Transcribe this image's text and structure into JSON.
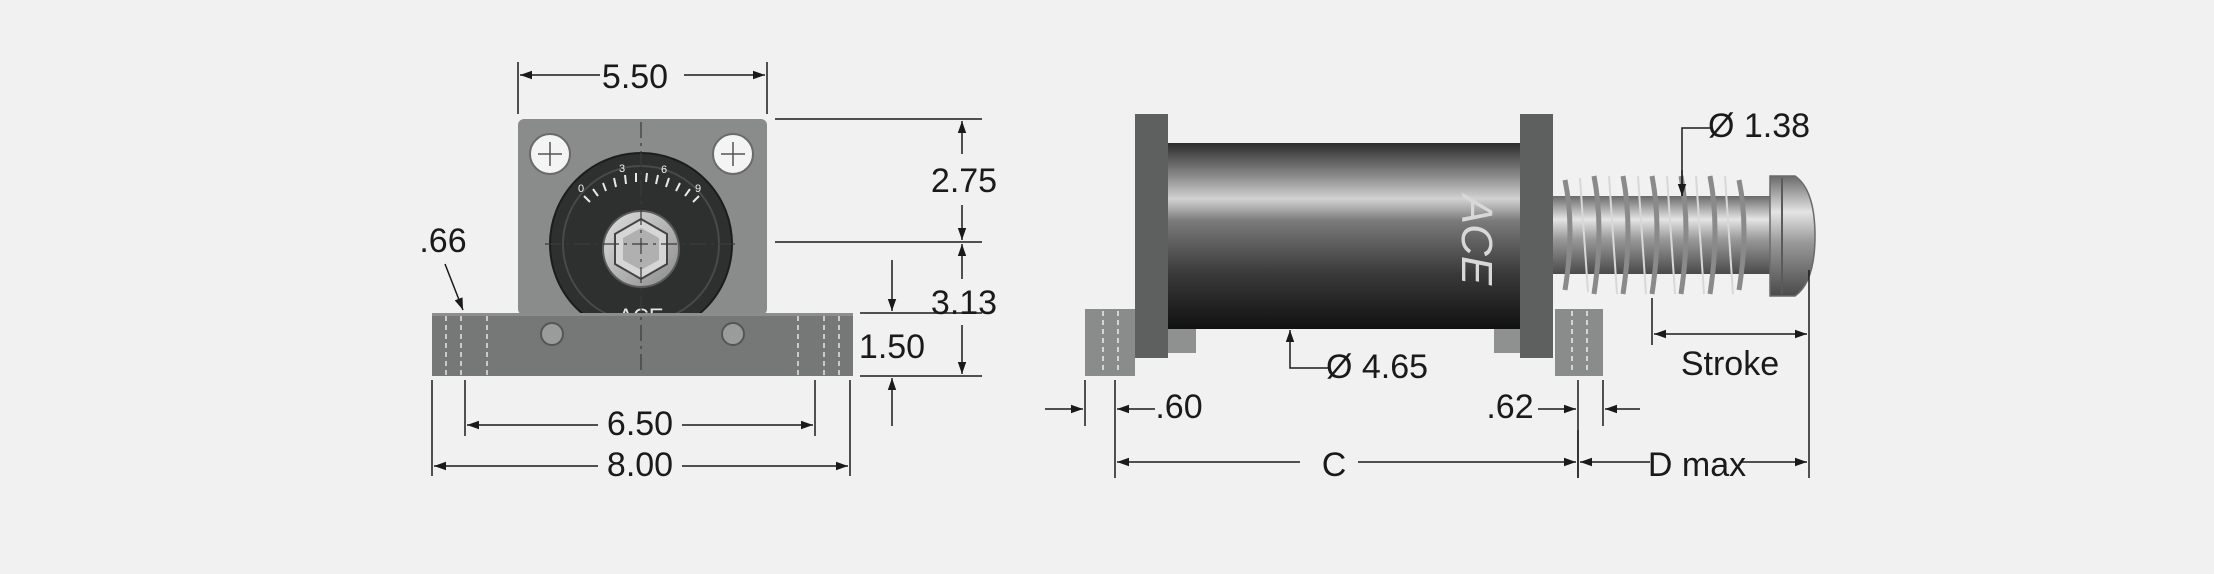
{
  "front_view": {
    "width_top": "5.50",
    "height_upper": "2.75",
    "height_total": "3.13",
    "height_base": "1.50",
    "hole_offset": ".66",
    "hole_spacing": "6.50",
    "width_base": "8.00",
    "brand": "ACE",
    "scale_ticks": [
      "0",
      "3",
      "6",
      "9"
    ]
  },
  "side_view": {
    "rod_diameter": "Ø 1.38",
    "body_diameter": "Ø 4.65",
    "flange_left": ".60",
    "flange_right": ".62",
    "length_c": "C",
    "length_d": "D max",
    "stroke": "Stroke",
    "brand": "ACE"
  },
  "colors": {
    "background": "#f0f1f0",
    "flange": "#5e5f5f",
    "plate": "#8a8b8b",
    "base": "#767777",
    "lines": "#1a1a1a"
  }
}
